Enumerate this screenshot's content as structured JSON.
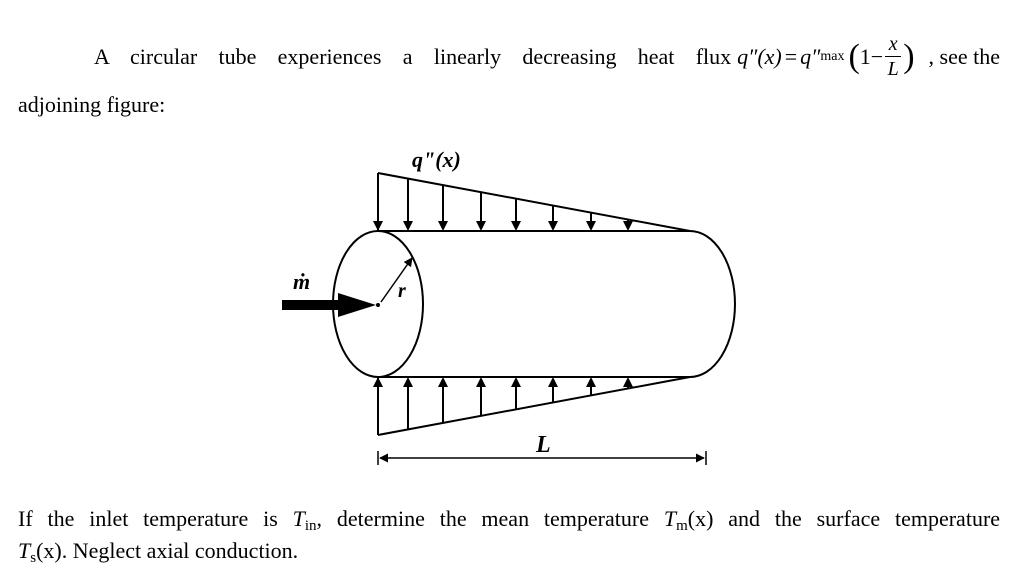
{
  "intro": {
    "text": "A circular tube experiences a linearly decreasing heat flux",
    "formula": {
      "lhs": "q″(x)",
      "eq": "=",
      "q": "q″",
      "q_sub": "max",
      "one": "1",
      "minus": "−",
      "num": "x",
      "den": "L"
    },
    "tail": ", see the",
    "line2": "adjoining figure:"
  },
  "figure": {
    "flux_label": "q\"(x)",
    "mdot_label": "ṁ",
    "radius_label": "r",
    "length_label": "L"
  },
  "question": {
    "a": "If the inlet temperature is",
    "tin": "T",
    "tin_sub": "in",
    "b": ", determine the mean temperature",
    "tm": "T",
    "tm_sub": "m",
    "tm_arg": "(x)",
    "c": "and the surface temperature",
    "ts": "T",
    "ts_sub": "s",
    "ts_arg": "(x)",
    "d": ". Neglect axial conduction."
  }
}
